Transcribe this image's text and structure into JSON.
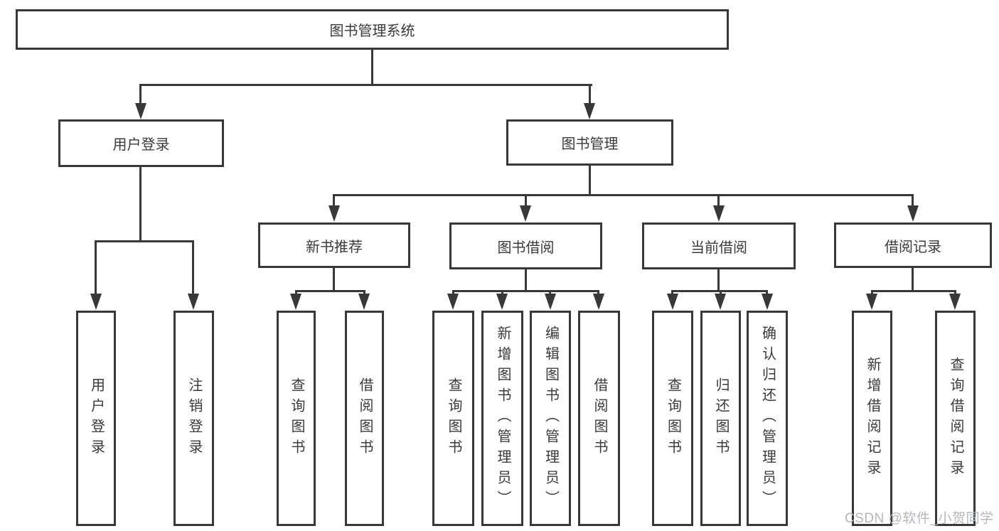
{
  "tree": {
    "label": "图书管理系统",
    "children": [
      {
        "label": "用户登录",
        "children": [
          {
            "label": "用户登录"
          },
          {
            "label": "注销登录"
          }
        ]
      },
      {
        "label": "图书管理",
        "children": [
          {
            "label": "新书推荐",
            "children": [
              {
                "label": "查询图书"
              },
              {
                "label": "借阅图书"
              }
            ]
          },
          {
            "label": "图书借阅",
            "children": [
              {
                "label": "查询图书"
              },
              {
                "label": "新增图书（管理员）"
              },
              {
                "label": "编辑图书（管理员）"
              },
              {
                "label": "借阅图书"
              }
            ]
          },
          {
            "label": "当前借阅",
            "children": [
              {
                "label": "查询图书"
              },
              {
                "label": "归还图书"
              },
              {
                "label": "确认归还（管理员）"
              }
            ]
          },
          {
            "label": "借阅记录",
            "children": [
              {
                "label": "新增借阅记录"
              },
              {
                "label": "查询借阅记录"
              }
            ]
          }
        ]
      }
    ]
  },
  "watermark": {
    "text": "CSDN @软件_小贺同学"
  },
  "colors": {
    "line": "#383838",
    "text": "#3a3a3a",
    "watermark": "#b4b7bb",
    "background": "#ffffff"
  }
}
